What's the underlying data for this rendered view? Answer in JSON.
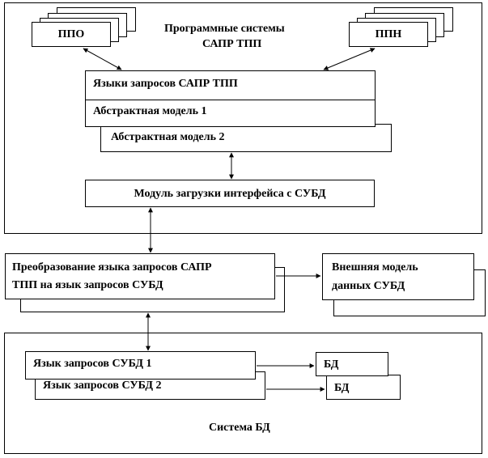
{
  "cad": {
    "title_line1": "Программные системы",
    "title_line2": "САПР ТПП",
    "ppo": "ППО",
    "ppn": "ППН",
    "query_languages": "Языки запросов САПР ТПП",
    "abstract_model_1": "Абстрактная модель 1",
    "abstract_model_2": "Абстрактная модель 2",
    "interface_module": "Модуль загрузки интерфейса с СУБД"
  },
  "middle": {
    "translation_line1": "Преобразование языка запросов САПР",
    "translation_line2": "ТПП на язык запросов СУБД",
    "external_line1": "Внешняя модель",
    "external_line2": "данных СУБД"
  },
  "db_system": {
    "title": "Система БД",
    "dbms_query_1": "Язык запросов СУБД 1",
    "dbms_query_2": "Язык запросов СУБД 2",
    "db_1": "БД",
    "db_2": "БД"
  }
}
